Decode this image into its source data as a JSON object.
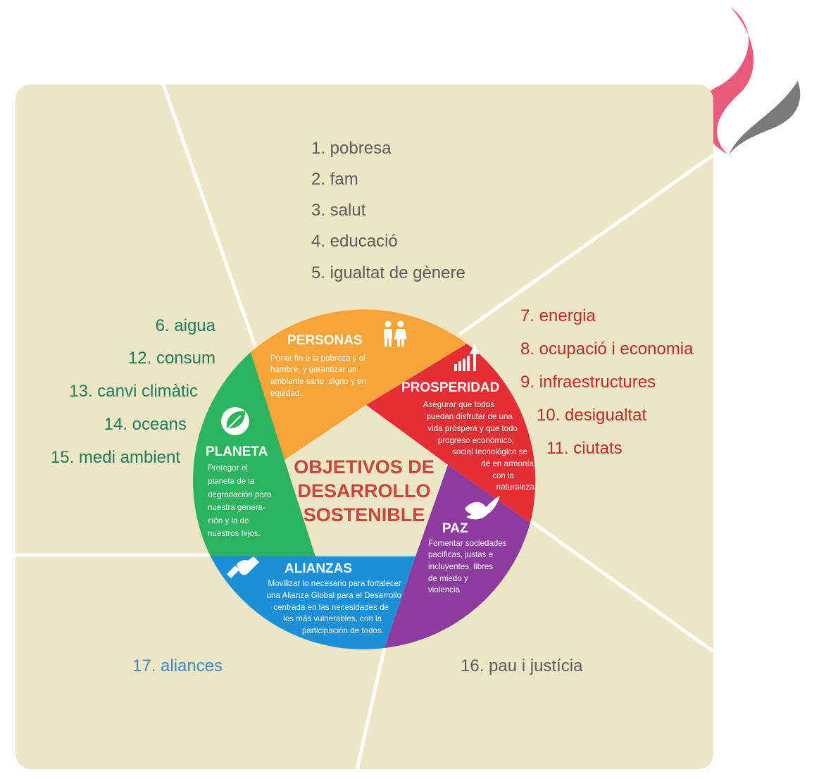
{
  "colors": {
    "board": "#ece6c4",
    "personas": "#f7a43b",
    "prosperidad": "#e52d35",
    "paz": "#8b3c9e",
    "alianzas": "#1b8fd8",
    "planeta": "#2cb35e",
    "center": "#ece6c4",
    "title": "#c7463f",
    "logo_pink": "#ea5a79",
    "logo_gray": "#7a7a7a"
  },
  "goals": {
    "top": [
      "1. pobresa",
      "2. fam",
      "3. salut",
      "4. educació",
      "5. igualtat de gènere"
    ],
    "left": [
      "6. aigua",
      "12. consum",
      "13. canvi climàtic",
      "14. oceans",
      "15. medi ambient"
    ],
    "right": [
      "7. energia",
      "8. ocupació i economia",
      "9. infraestructures",
      "10. desigualtat",
      "11. ciutats"
    ],
    "bottom_right": "16. pau i justícia",
    "bottom_left": "17. aliances"
  },
  "wheel": {
    "title_lines": [
      "OBJETIVOS DE",
      "DESARROLLO",
      "SOSTENIBLE"
    ],
    "segments": {
      "personas": {
        "title": "PERSONAS",
        "icon": "people-icon",
        "lines": [
          "Poner fin a la pobreza y el",
          "hambre, y garantizar un",
          "ambiente sano, digno y en",
          "equidad."
        ]
      },
      "prosperidad": {
        "title": "PROSPERIDAD",
        "icon": "growth-chart-icon",
        "lines": [
          "Asegurar que todos",
          "puedan disfrutar de una",
          "vida próspera  y que todo",
          "progreso económico,",
          "social tecnológico se",
          "dé en armonía",
          "con la",
          "naturaleza."
        ]
      },
      "paz": {
        "title": "PAZ",
        "icon": "dove-icon",
        "lines": [
          "Fomentar sociedades",
          "pacíficas, justas e",
          "incluyentes, libres",
          "de miedo y",
          "violencia"
        ]
      },
      "alianzas": {
        "title": "ALIANZAS",
        "icon": "handshake-icon",
        "lines": [
          "Movilizar lo necesario para fortalecer",
          "una Alianza Global para el Desarrollo",
          "centrada en las necesidades de",
          "los más vulnerables, con la",
          "participación de todos."
        ]
      },
      "planeta": {
        "title": "PLANETA",
        "icon": "leaf-icon",
        "lines": [
          "Proteger el",
          "planeta de la",
          "degradación para",
          "nuestra genera-",
          "ción y la de",
          "nuestros hijos."
        ]
      }
    }
  }
}
